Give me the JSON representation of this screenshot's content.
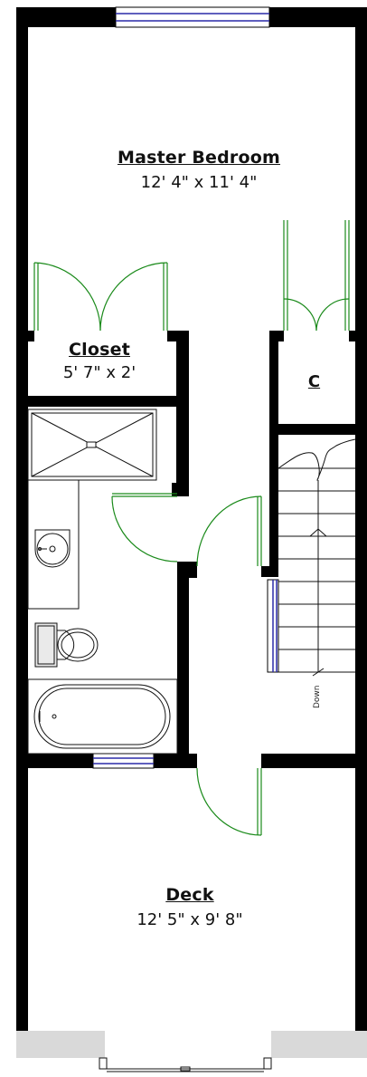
{
  "rooms": {
    "master_bedroom": {
      "name": "Master Bedroom",
      "dimensions": "12' 4\" x 11' 4\""
    },
    "closet": {
      "name": "Closet",
      "dimensions": "5' 7\" x 2'"
    },
    "small_closet": {
      "name": "C"
    },
    "deck": {
      "name": "Deck",
      "dimensions": "12' 5\" x 9' 8\""
    }
  },
  "stairs": {
    "direction_label": "Down"
  },
  "colors": {
    "wall": "#000000",
    "door_swing": "#1a8a1a",
    "window": "#2a2aa8",
    "fixture_line": "#111111",
    "deck_edge": "#d9d9d9"
  }
}
